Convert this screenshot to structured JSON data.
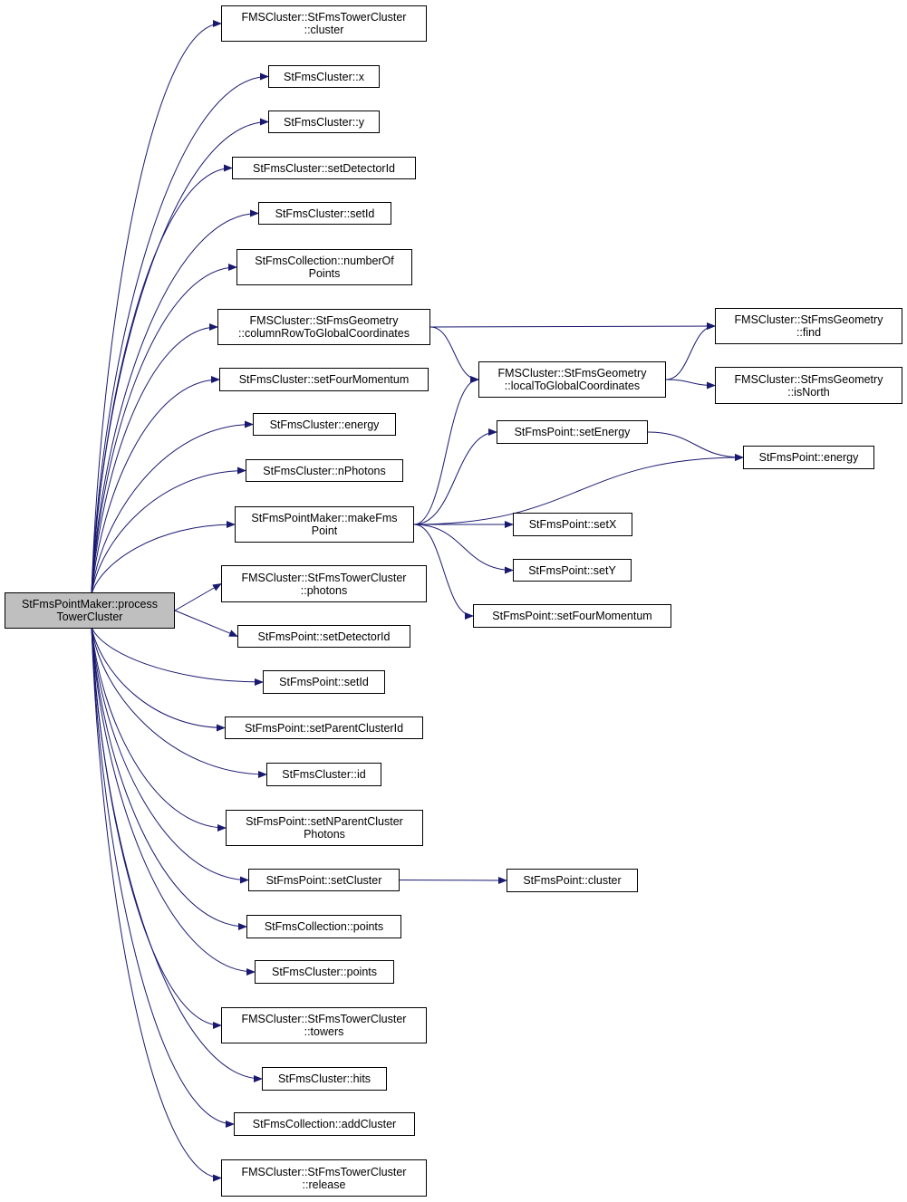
{
  "colors": {
    "edge": "#191970",
    "node_border": "#000000",
    "root_fill": "#bfbfbf",
    "node_fill": "#ffffff"
  },
  "nodes": [
    {
      "id": "root",
      "lines": [
        "StFmsPointMaker::process",
        "TowerCluster"
      ],
      "root": true
    },
    {
      "id": "tc_cluster",
      "lines": [
        "FMSCluster::StFmsTowerCluster",
        "::cluster"
      ]
    },
    {
      "id": "cl_x",
      "lines": [
        "StFmsCluster::x"
      ]
    },
    {
      "id": "cl_y",
      "lines": [
        "StFmsCluster::y"
      ]
    },
    {
      "id": "cl_setDetectorId",
      "lines": [
        "StFmsCluster::setDetectorId"
      ]
    },
    {
      "id": "cl_setId",
      "lines": [
        "StFmsCluster::setId"
      ]
    },
    {
      "id": "col_numberOfPoints",
      "lines": [
        "StFmsCollection::numberOf",
        "Points"
      ]
    },
    {
      "id": "geo_colRow",
      "lines": [
        "FMSCluster::StFmsGeometry",
        "::columnRowToGlobalCoordinates"
      ]
    },
    {
      "id": "cl_setFourMomentum",
      "lines": [
        "StFmsCluster::setFourMomentum"
      ]
    },
    {
      "id": "cl_energy",
      "lines": [
        "StFmsCluster::energy"
      ]
    },
    {
      "id": "cl_nPhotons",
      "lines": [
        "StFmsCluster::nPhotons"
      ]
    },
    {
      "id": "pm_makeFmsPoint",
      "lines": [
        "StFmsPointMaker::makeFms",
        "Point"
      ]
    },
    {
      "id": "tc_photons",
      "lines": [
        "FMSCluster::StFmsTowerCluster",
        "::photons"
      ]
    },
    {
      "id": "pt_setDetectorId",
      "lines": [
        "StFmsPoint::setDetectorId"
      ]
    },
    {
      "id": "pt_setId",
      "lines": [
        "StFmsPoint::setId"
      ]
    },
    {
      "id": "pt_setParentClusterId",
      "lines": [
        "StFmsPoint::setParentClusterId"
      ]
    },
    {
      "id": "cl_id",
      "lines": [
        "StFmsCluster::id"
      ]
    },
    {
      "id": "pt_setNParent",
      "lines": [
        "StFmsPoint::setNParentCluster",
        "Photons"
      ]
    },
    {
      "id": "pt_setCluster",
      "lines": [
        "StFmsPoint::setCluster"
      ]
    },
    {
      "id": "col_points",
      "lines": [
        "StFmsCollection::points"
      ]
    },
    {
      "id": "cl_points",
      "lines": [
        "StFmsCluster::points"
      ]
    },
    {
      "id": "tc_towers",
      "lines": [
        "FMSCluster::StFmsTowerCluster",
        "::towers"
      ]
    },
    {
      "id": "cl_hits",
      "lines": [
        "StFmsCluster::hits"
      ]
    },
    {
      "id": "col_addCluster",
      "lines": [
        "StFmsCollection::addCluster"
      ]
    },
    {
      "id": "tc_release",
      "lines": [
        "FMSCluster::StFmsTowerCluster",
        "::release"
      ]
    },
    {
      "id": "geo_find",
      "lines": [
        "FMSCluster::StFmsGeometry",
        "::find"
      ]
    },
    {
      "id": "geo_localToGlobal",
      "lines": [
        "FMSCluster::StFmsGeometry",
        "::localToGlobalCoordinates"
      ]
    },
    {
      "id": "geo_isNorth",
      "lines": [
        "FMSCluster::StFmsGeometry",
        "::isNorth"
      ]
    },
    {
      "id": "pt_setEnergy",
      "lines": [
        "StFmsPoint::setEnergy"
      ]
    },
    {
      "id": "pt_energy",
      "lines": [
        "StFmsPoint::energy"
      ]
    },
    {
      "id": "pt_setX",
      "lines": [
        "StFmsPoint::setX"
      ]
    },
    {
      "id": "pt_setY",
      "lines": [
        "StFmsPoint::setY"
      ]
    },
    {
      "id": "pt_setFourMomentum",
      "lines": [
        "StFmsPoint::setFourMomentum"
      ]
    },
    {
      "id": "pt_cluster",
      "lines": [
        "StFmsPoint::cluster"
      ]
    }
  ],
  "edges": [
    [
      "root",
      "tc_cluster"
    ],
    [
      "root",
      "cl_x"
    ],
    [
      "root",
      "cl_y"
    ],
    [
      "root",
      "cl_setDetectorId"
    ],
    [
      "root",
      "cl_setId"
    ],
    [
      "root",
      "col_numberOfPoints"
    ],
    [
      "root",
      "geo_colRow"
    ],
    [
      "root",
      "cl_setFourMomentum"
    ],
    [
      "root",
      "cl_energy"
    ],
    [
      "root",
      "cl_nPhotons"
    ],
    [
      "root",
      "pm_makeFmsPoint"
    ],
    [
      "root",
      "tc_photons"
    ],
    [
      "root",
      "pt_setDetectorId"
    ],
    [
      "root",
      "pt_setId"
    ],
    [
      "root",
      "pt_setParentClusterId"
    ],
    [
      "root",
      "cl_id"
    ],
    [
      "root",
      "pt_setNParent"
    ],
    [
      "root",
      "pt_setCluster"
    ],
    [
      "root",
      "col_points"
    ],
    [
      "root",
      "cl_points"
    ],
    [
      "root",
      "tc_towers"
    ],
    [
      "root",
      "cl_hits"
    ],
    [
      "root",
      "col_addCluster"
    ],
    [
      "root",
      "tc_release"
    ],
    [
      "geo_colRow",
      "geo_find"
    ],
    [
      "geo_colRow",
      "geo_localToGlobal"
    ],
    [
      "geo_localToGlobal",
      "geo_find"
    ],
    [
      "geo_localToGlobal",
      "geo_isNorth"
    ],
    [
      "pm_makeFmsPoint",
      "geo_localToGlobal"
    ],
    [
      "pm_makeFmsPoint",
      "pt_setEnergy"
    ],
    [
      "pm_makeFmsPoint",
      "pt_energy"
    ],
    [
      "pm_makeFmsPoint",
      "pt_setX"
    ],
    [
      "pm_makeFmsPoint",
      "pt_setY"
    ],
    [
      "pm_makeFmsPoint",
      "pt_setFourMomentum"
    ],
    [
      "pt_setEnergy",
      "pt_energy"
    ],
    [
      "pt_setCluster",
      "pt_cluster"
    ]
  ]
}
